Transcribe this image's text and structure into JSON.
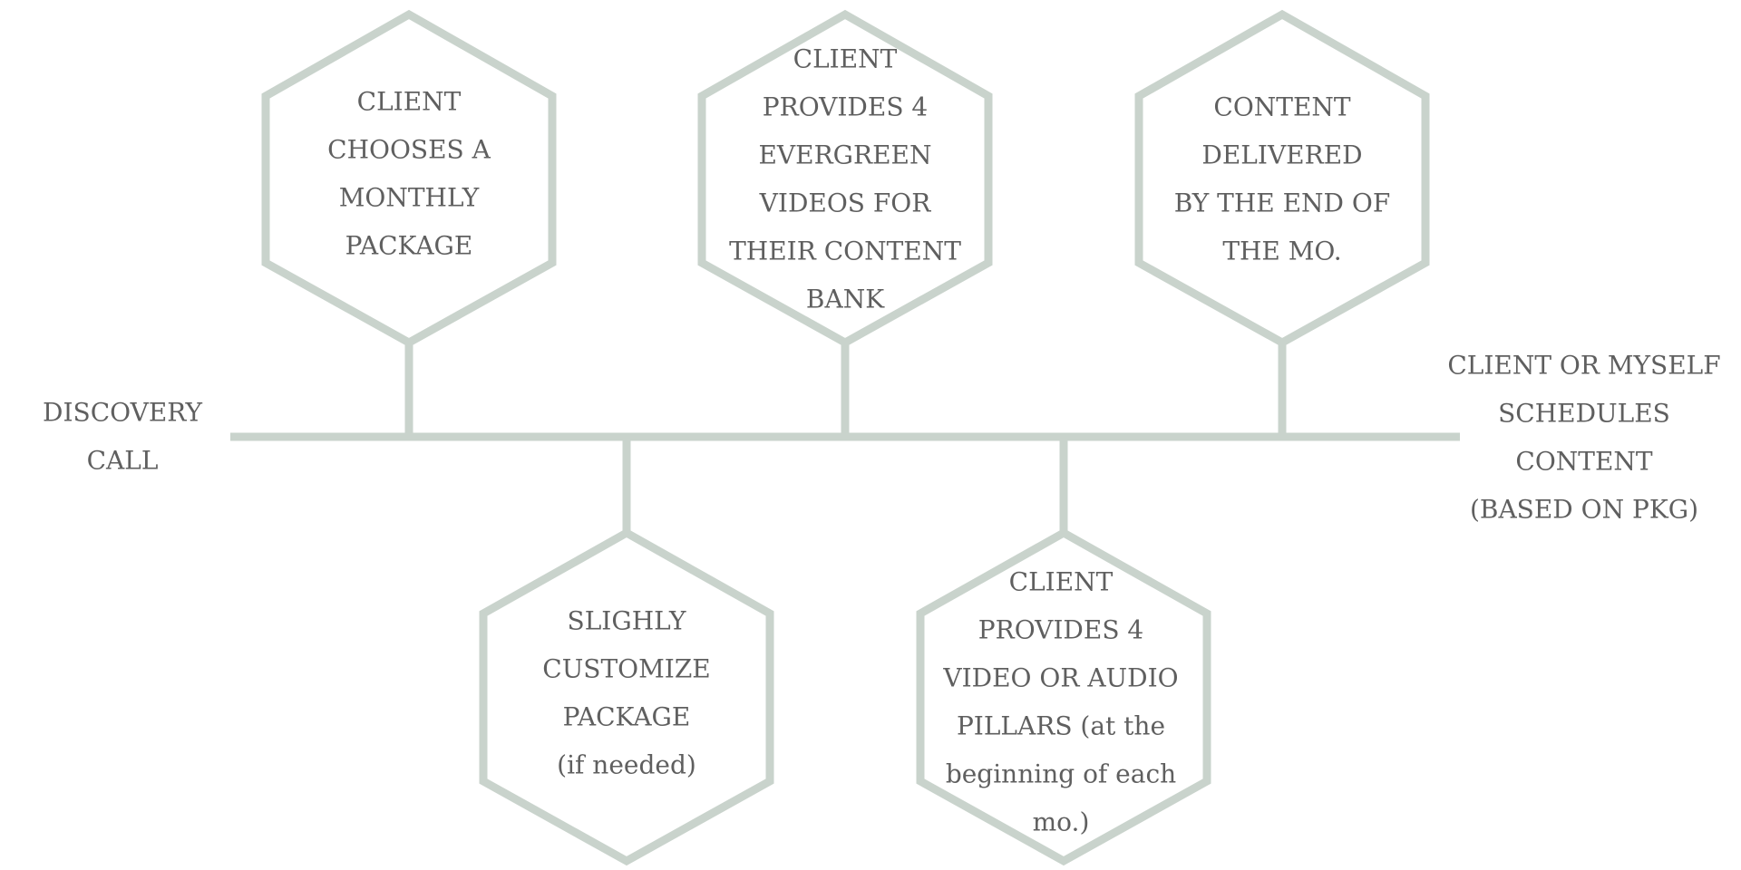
{
  "diagram": {
    "start": {
      "lines": [
        "DISCOVERY",
        "CALL"
      ]
    },
    "end": {
      "lines": [
        "CLIENT OR MYSELF",
        "SCHEDULES",
        "CONTENT",
        "(BASED ON PKG)"
      ]
    },
    "top_steps": [
      {
        "lines": [
          "CLIENT",
          "CHOOSES A",
          "MONTHLY",
          "PACKAGE"
        ]
      },
      {
        "lines": [
          "CLIENT",
          "PROVIDES 4",
          "EVERGREEN",
          "VIDEOS FOR",
          "THEIR CONTENT",
          "BANK"
        ]
      },
      {
        "lines": [
          "CONTENT",
          "DELIVERED",
          "BY THE END OF",
          "THE MO."
        ]
      }
    ],
    "bottom_steps": [
      {
        "lines": [
          "SLIGHLY",
          "CUSTOMIZE",
          "PACKAGE",
          "(if needed)"
        ]
      },
      {
        "lines": [
          "CLIENT",
          "PROVIDES 4",
          "VIDEO OR AUDIO",
          "PILLARS (at the",
          "beginning of each",
          "mo.)"
        ]
      }
    ],
    "colors": {
      "stroke": "#c9d3cc",
      "text": "#5f5f5f"
    }
  }
}
